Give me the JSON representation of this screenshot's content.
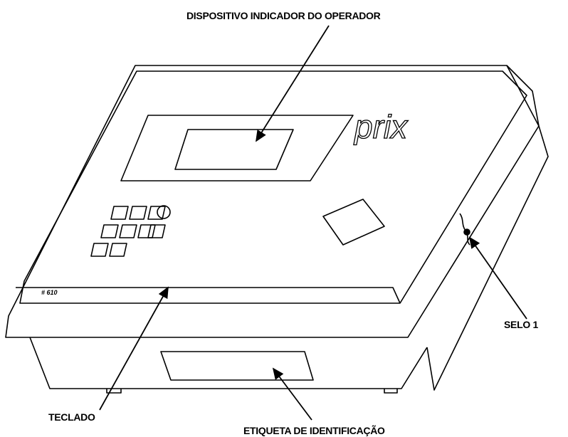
{
  "labels": {
    "display": "DISPOSITIVO INDICADOR DO OPERADOR",
    "seal": "SELO 1",
    "keyboard": "TECLADO",
    "id_label": "ETIQUETA DE IDENTIFICAÇÃO"
  },
  "device": {
    "brand": "prix",
    "model_mark": "# 610"
  },
  "colors": {
    "line": "#000000",
    "background": "#ffffff"
  }
}
